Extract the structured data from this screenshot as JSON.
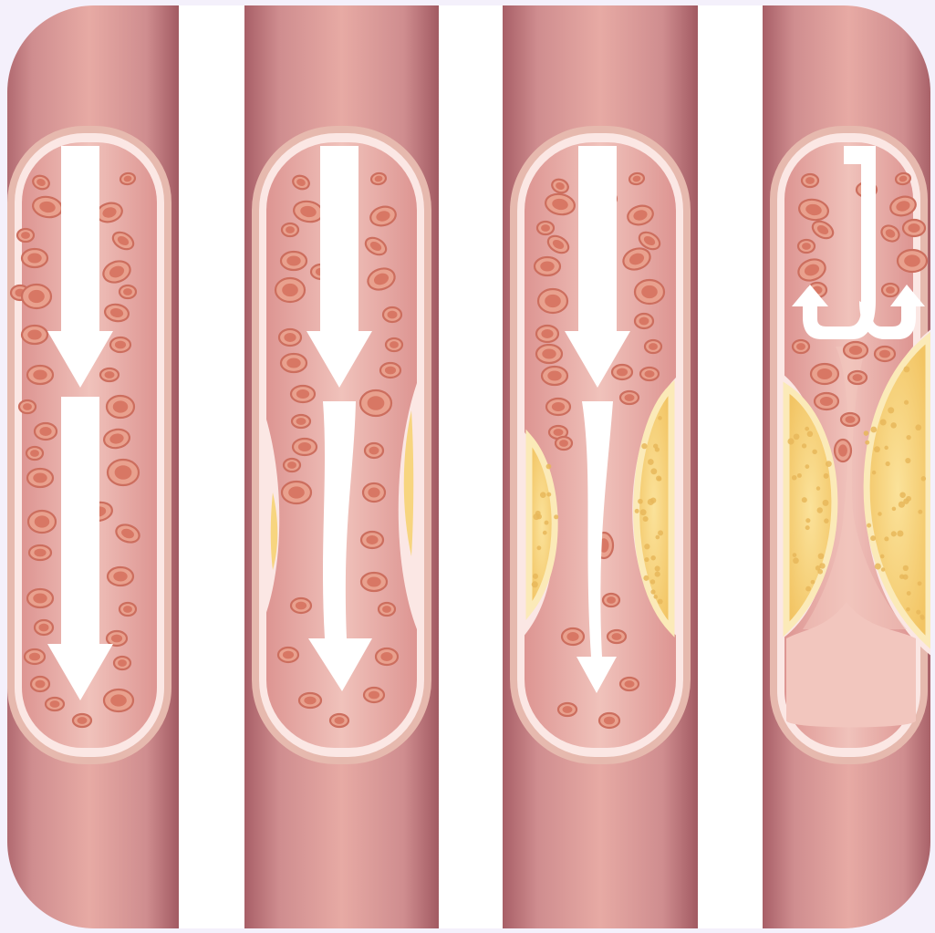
{
  "scene": {
    "kind": "illustration",
    "subject": "artery-plaque-progression",
    "frame": {
      "background": "#ffffff",
      "page_background": "#f4f0fb"
    }
  },
  "colors": {
    "vessel_dark": "#a85f67",
    "vessel_mid": "#cf8d8f",
    "vessel_light": "#e7aaa4",
    "wall_outer": "#e6b9ae",
    "wall_inner": "#fbe7e4",
    "lumen": "#e3a09d",
    "lumen_light": "#f2c6be",
    "cell_fill": "#e9a18e",
    "cell_ring": "#cc6e5e",
    "cell_core": "#d26a55",
    "plaque_fill": "#f7d57f",
    "plaque_edge": "#fbeab8",
    "plaque_dot": "#e8b75a",
    "flow_arrow": "#ffffff"
  },
  "stages": [
    {
      "id": "stage-1",
      "plaque_level": 0,
      "flow": "full"
    },
    {
      "id": "stage-2",
      "plaque_level": 0.1,
      "flow": "slightly-narrowed"
    },
    {
      "id": "stage-3",
      "plaque_level": 0.5,
      "flow": "narrowed"
    },
    {
      "id": "stage-4",
      "plaque_level": 0.9,
      "flow": "blocked"
    }
  ],
  "icons": [
    "down-arrow-icon",
    "wavy-arrow-icon",
    "u-turn-arrow-icon"
  ]
}
